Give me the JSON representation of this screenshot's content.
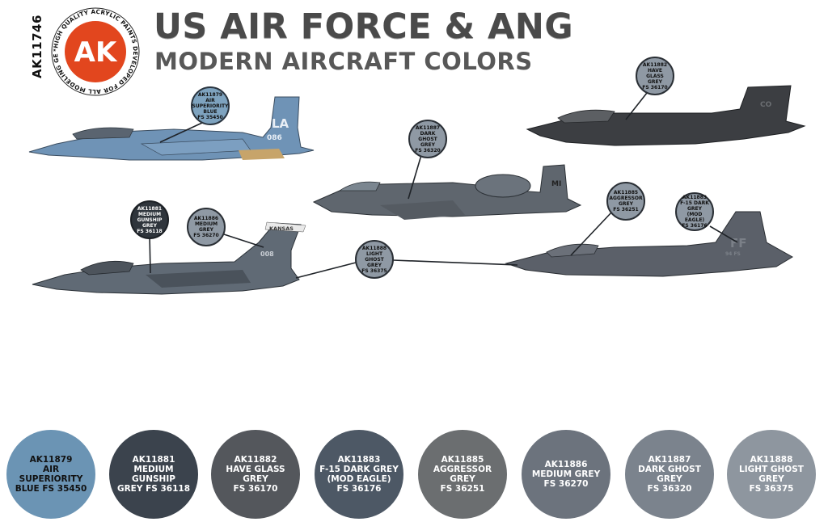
{
  "header": {
    "product_code": "AK11746",
    "logo_text": "AK",
    "logo_ring_text": "*HIGH QUALITY ACRYLIC PAINTS DEVELOPED FOR ALL MODELING GENRES",
    "title_line1": "US AIR FORCE & ANG",
    "title_line2": "MODERN AIRCRAFT COLORS"
  },
  "aircraft_markings": {
    "f15_tail": "LA",
    "f15_serial": "086",
    "f16_fin_band": "KANSAS",
    "f16_serial": "008",
    "f22_tail": "FF",
    "f22_fin_small": "94 FS",
    "f35_tail": "CO"
  },
  "callouts": [
    {
      "id": "ak11879",
      "lines": [
        "AK11879",
        "AIR",
        "SUPERIORITY",
        "BLUE",
        "FS 35450"
      ]
    },
    {
      "id": "ak11882",
      "lines": [
        "AK11882",
        "HAVE GLASS",
        "GREY",
        "FS 36170"
      ]
    },
    {
      "id": "ak11887",
      "lines": [
        "AK11887",
        "DARK GHOST",
        "GREY",
        "FS 36320"
      ]
    },
    {
      "id": "ak11881",
      "lines": [
        "AK11881",
        "MEDIUM",
        "GUNSHIP",
        "GREY",
        "FS 36118"
      ]
    },
    {
      "id": "ak11886",
      "lines": [
        "AK11886",
        "MEDIUM GREY",
        "FS 36270"
      ]
    },
    {
      "id": "ak11888",
      "lines": [
        "AK11888",
        "LIGHT GHOST",
        "GREY",
        "FS 36375"
      ]
    },
    {
      "id": "ak11885",
      "lines": [
        "AK11885",
        "AGGRESSOR",
        "GREY",
        "FS 36251"
      ]
    },
    {
      "id": "ak11883",
      "lines": [
        "AK11883",
        "F-15 DARK",
        "GREY",
        "(MOD EAGLE)",
        "FS 36176"
      ]
    }
  ],
  "swatches": [
    {
      "code": "AK11879",
      "name_lines": [
        "AIR SUPERIORITY",
        "BLUE FS 35450"
      ],
      "color": "#6b94b4",
      "text_color": "#111111"
    },
    {
      "code": "AK11881",
      "name_lines": [
        "MEDIUM GUNSHIP",
        "GREY FS 36118"
      ],
      "color": "#3b434d",
      "text_color": "#ffffff"
    },
    {
      "code": "AK11882",
      "name_lines": [
        "HAVE GLASS GREY",
        "FS 36170"
      ],
      "color": "#54575c",
      "text_color": "#ffffff"
    },
    {
      "code": "AK11883",
      "name_lines": [
        "F-15 DARK GREY",
        "(MOD EAGLE)",
        "FS 36176"
      ],
      "color": "#4d5865",
      "text_color": "#ffffff"
    },
    {
      "code": "AK11885",
      "name_lines": [
        "AGGRESSOR GREY",
        "FS 36251"
      ],
      "color": "#6b6e70",
      "text_color": "#ffffff"
    },
    {
      "code": "AK11886",
      "name_lines": [
        "MEDIUM GREY",
        "FS 36270"
      ],
      "color": "#6c737d",
      "text_color": "#ffffff"
    },
    {
      "code": "AK11887",
      "name_lines": [
        "DARK GHOST GREY",
        "FS 36320"
      ],
      "color": "#7b838d",
      "text_color": "#ffffff"
    },
    {
      "code": "AK11888",
      "name_lines": [
        "LIGHT GHOST GREY",
        "FS 36375"
      ],
      "color": "#8e969f",
      "text_color": "#ffffff"
    }
  ],
  "colors": {
    "logo_orange": "#e2461e",
    "title_grey": "#4a4a4a"
  }
}
